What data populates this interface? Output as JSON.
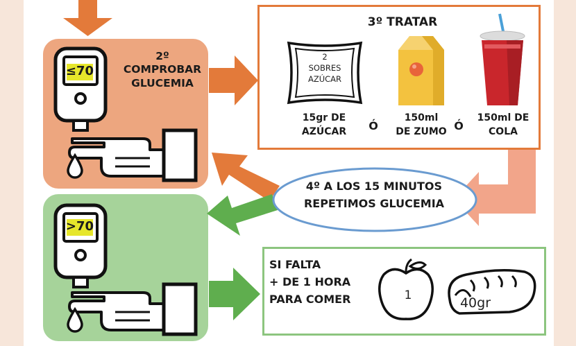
{
  "steps": {
    "check": {
      "title": "2º\nCOMPROBAR\nGLUCEMIA"
    },
    "treat": {
      "title": "3º TRATAR",
      "sachet_label": "2\nSOBRES\nAZÚCAR",
      "options": [
        "15gr DE\nAZÚCAR",
        "150ml\nDE ZUMO",
        "150ml DE\nCOLA"
      ],
      "or_word": "Ó"
    },
    "repeat": {
      "title": "4º A LOS 15 MINUTOS\nREPETIMOS GLUCEMIA"
    }
  },
  "meters": {
    "low": {
      "reading": "≤70"
    },
    "ok": {
      "reading": ">70"
    }
  },
  "snack": {
    "condition": "SI FALTA\n+ DE 1 HORA\nPARA COMER",
    "apple_count": "1",
    "bread_amount": "40gr"
  },
  "colors": {
    "orange_panel": "#eda67f",
    "orange_arrow": "#e37a3a",
    "salmon_arrow": "#f2a58a",
    "green_panel": "#a6d39a",
    "green_arrow": "#5fae4e",
    "ellipse_border": "#6a9bd0",
    "highlight": "#e6e62b",
    "cola_cup": "#c9262c",
    "juice_carton": "#f3c23f"
  },
  "icons": {
    "meter": "glucometer-icon",
    "hand": "pricked-finger-hand-icon",
    "drop": "blood-drop-icon",
    "sachet": "sugar-sachet-icon",
    "juice": "juice-carton-icon",
    "cola": "cola-cup-icon",
    "apple": "apple-icon",
    "bread": "bread-icon"
  }
}
